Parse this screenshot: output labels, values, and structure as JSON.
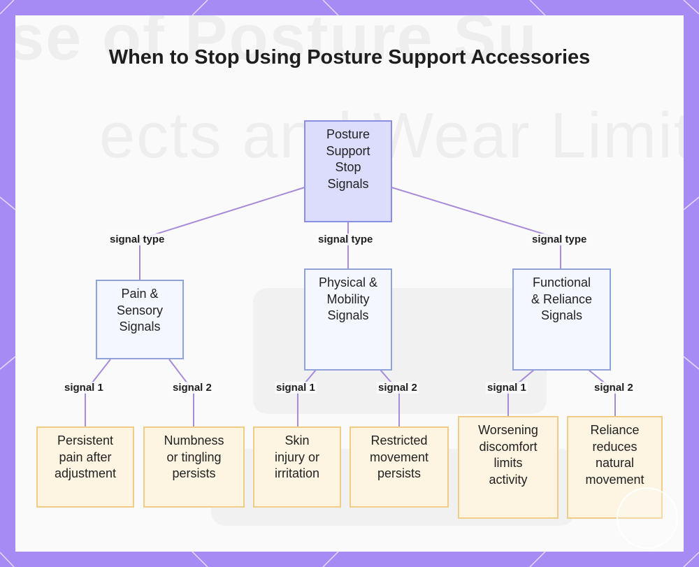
{
  "title": "When to Stop Using Posture Support Accessories",
  "background_text": [
    "se of Posture Su",
    "ects and Wear Limit"
  ],
  "colors": {
    "frame": "#a78bf5",
    "root_fill": "#dcdcfd",
    "root_border": "#8a8ee0",
    "mid_fill": "#f4f7ff",
    "mid_border": "#8fa3da",
    "leaf_fill": "#fdf4e2",
    "leaf_border": "#f0cd87",
    "edge": "#a78bd8"
  },
  "nodes": {
    "root": "Posture Support Stop Signals",
    "pain": "Pain & Sensory Signals",
    "physical": "Physical & Mobility Signals",
    "functional": "Functional & Reliance Signals",
    "pain_1": "Persistent pain after adjustment",
    "pain_2": "Numbness or tingling persists",
    "physical_1": "Skin injury or irritation",
    "physical_2": "Restricted movement persists",
    "functional_1": "Worsening discomfort limits activity",
    "functional_2": "Reliance reduces natural movement"
  },
  "edge_labels": {
    "type_left": "signal type",
    "type_center": "signal type",
    "type_right": "signal type",
    "pain_1": "signal 1",
    "pain_2": "signal 2",
    "physical_1": "signal 1",
    "physical_2": "signal 2",
    "functional_1": "signal 1",
    "functional_2": "signal 2"
  }
}
